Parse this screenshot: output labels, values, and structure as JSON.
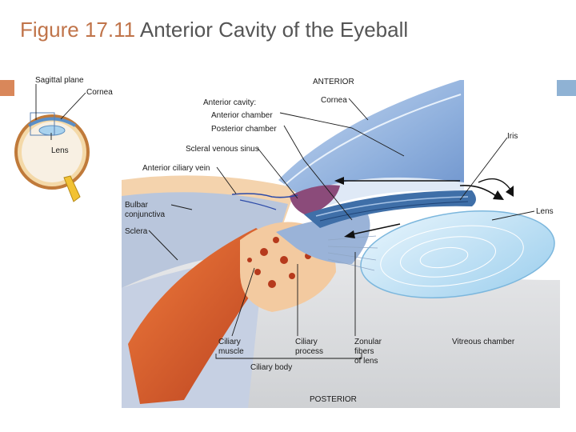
{
  "header": {
    "figure_number": "Figure 17.11",
    "figure_title": "Anterior Cavity of the Eyeball"
  },
  "inset": {
    "sagittal_plane": "Sagittal plane",
    "cornea": "Cornea",
    "lens": "Lens"
  },
  "labels": {
    "anterior": "ANTERIOR",
    "posterior": "POSTERIOR",
    "cornea": "Cornea",
    "anterior_cavity": "Anterior cavity:",
    "anterior_chamber": "Anterior chamber",
    "posterior_chamber": "Posterior chamber",
    "scleral_venous_sinus": "Scleral venous sinus",
    "anterior_ciliary_vein": "Anterior ciliary vein",
    "bulbar_conjunctiva_1": "Bulbar",
    "bulbar_conjunctiva_2": "conjunctiva",
    "sclera": "Sclera",
    "iris": "Iris",
    "lens": "Lens",
    "ciliary_muscle_1": "Ciliary",
    "ciliary_muscle_2": "muscle",
    "ciliary_process_1": "Ciliary",
    "ciliary_process_2": "process",
    "zonular_1": "Zonular",
    "zonular_2": "fibers",
    "zonular_3": "of lens",
    "vitreous_chamber": "Vitreous chamber",
    "ciliary_body": "Ciliary body"
  },
  "colors": {
    "title_accent": "#c0744a",
    "title_text": "#555555",
    "left_square": "#d9875a",
    "right_square": "#8fb2d4",
    "cornea": "#9dbbe3",
    "sclera": "#b9c6dc",
    "ciliary_muscle": "#d4552a",
    "iris": "#3f6fa8",
    "lens": "#bfe0f5",
    "vitreous": "#d8dadd"
  }
}
